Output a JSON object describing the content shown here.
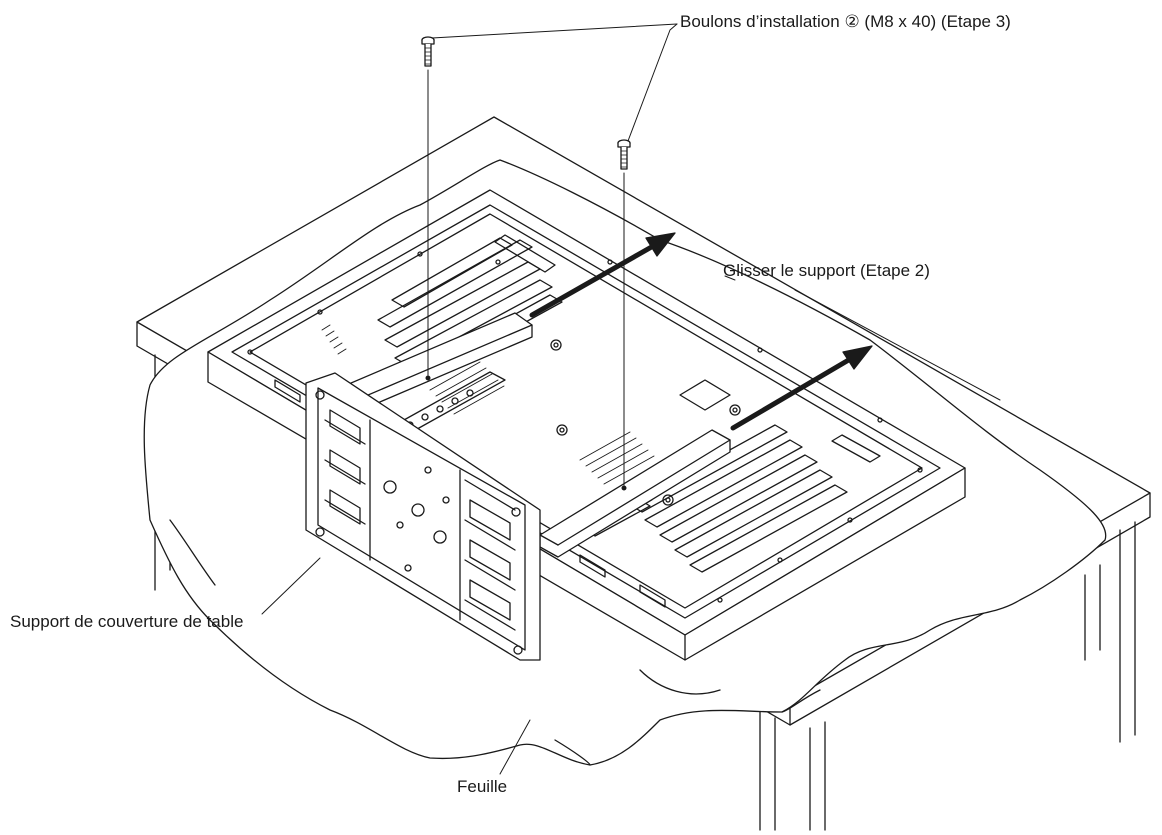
{
  "figure": {
    "labels": {
      "bolts": "Boulons d’installation ② (M8 x 40) (Etape 3)",
      "slide": "Glisser le support (Etape 2)",
      "bracket": "Support de couverture de table",
      "sheet": "Feuille"
    }
  },
  "colors": {
    "line": "#1a1a1a",
    "background": "#ffffff",
    "label_text": "#1a1a1a"
  }
}
